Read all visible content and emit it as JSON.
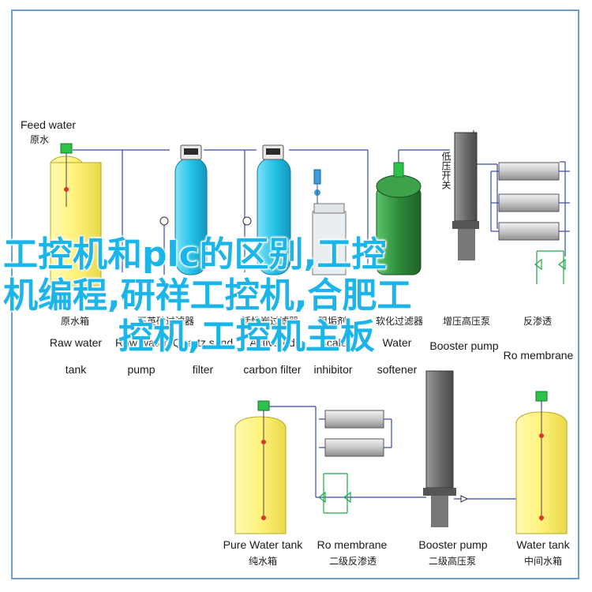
{
  "labels": {
    "feed_water_en": "Feed water",
    "feed_water_cn": "原水",
    "raw_water_tank_cn": "原水箱",
    "raw_water_tank_en_1": "Raw water",
    "raw_water_tank_en_2": "tank",
    "sand_filter_cn": "石英砂过滤器",
    "sand_filter_en_1": "Raw water",
    "sand_filter_en_2": "pump",
    "quartz_en_1": "Quartz sand",
    "quartz_en_2": "filter",
    "carbon_cn": "活性炭过滤器",
    "carbon_en_1": "Activated",
    "carbon_en_2": "carbon filter",
    "inhibitor_cn": "阻垢剂",
    "inhibitor_en_1": "Scale",
    "inhibitor_en_2": "inhibitor",
    "softener_cn": "软化过滤器",
    "softener_en_1": "Water",
    "softener_en_2": "softener",
    "low_pump_vertical_cn": "低压开关",
    "booster_pump_cn": "增压高压泵",
    "booster_pump_en": "Booster pump",
    "ro_membrane_cn": "反渗透",
    "ro_membrane_en": "Ro membrane",
    "pure_tank_en": "Pure Water tank",
    "pure_tank_cn": "纯水箱",
    "ro2_en": "Ro membrane",
    "ro2_cn": "二级反渗透",
    "booster2_en": "Booster pump",
    "booster2_cn": "二级高压泵",
    "water_tank_en": "Water tank",
    "water_tank_cn": "中间水箱"
  },
  "overlay_text": {
    "line1": "工控机和plc的区别,工控",
    "line2": "机编程,研祥工控机,合肥工",
    "line3": "控机,工控机主板"
  },
  "colors": {
    "frame_border": "#6ea0c8",
    "tank_yellow": "#fff27a",
    "tank_yellow_dark": "#e8d84a",
    "filter_cyan": "#25c3e8",
    "filter_cyan_dark": "#1496bd",
    "softener_green": "#2e8b3a",
    "pump_gray": "#6b6b6b",
    "membrane_gray": "#c8c8c8",
    "pipe": "#3a4aa0",
    "green_pipe": "#22a84a",
    "overlay_text": "#1cb5ea"
  }
}
